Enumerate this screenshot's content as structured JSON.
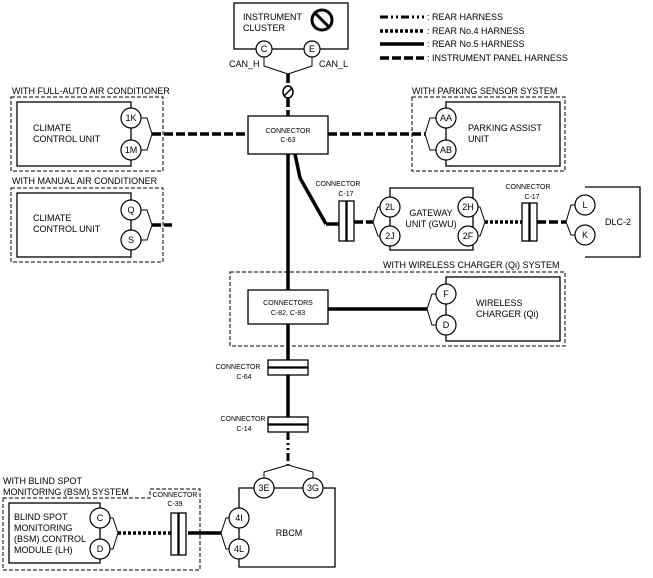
{
  "legend": {
    "rear": ": REAR HARNESS",
    "no4": ": REAR No.4 HARNESS",
    "no5": ": REAR No.5 HARNESS",
    "ip": ": INSTRUMENT PANEL HARNESS"
  },
  "instrument_cluster": {
    "line1": "INSTRUMENT",
    "line2": "CLUSTER",
    "pin_c": "C",
    "pin_e": "E",
    "can_h": "CAN_H",
    "can_l": "CAN_L",
    "icon": "prohibited-icon"
  },
  "groups": {
    "full_auto_ac": "WITH FULL-AUTO AIR CONDITIONER",
    "parking_sensor": "WITH PARKING SENSOR SYSTEM",
    "manual_ac": "WITH MANUAL AIR CONDITIONER",
    "wireless_charger": "WITH WIRELESS CHARGER (Qi) SYSTEM",
    "bsm_line1": "WITH BLIND SPOT",
    "bsm_line2": "MONITORING (BSM) SYSTEM"
  },
  "climate_auto": {
    "line1": "CLIMATE",
    "line2": "CONTROL UNIT",
    "pin1": "1K",
    "pin2": "1M"
  },
  "climate_manual": {
    "line1": "CLIMATE",
    "line2": "CONTROL UNIT",
    "pin1": "Q",
    "pin2": "S"
  },
  "parking": {
    "line1": "PARKING ASSIST",
    "line2": "UNIT",
    "pin1": "AA",
    "pin2": "AB"
  },
  "connector_c63": {
    "line1": "CONNECTOR",
    "line2": "C-63"
  },
  "connector_c17a": {
    "line1": "CONNECTOR",
    "line2": "C-17"
  },
  "connector_c17b": {
    "line1": "CONNECTOR",
    "line2": "C-17"
  },
  "gateway": {
    "line1": "GATEWAY",
    "line2": "UNIT (GWU)",
    "pin_2l": "2L",
    "pin_2j": "2J",
    "pin_2h": "2H",
    "pin_2f": "2F"
  },
  "dlc": {
    "label": "DLC-2",
    "pin_l": "L",
    "pin_k": "K"
  },
  "connectors_c82": {
    "line1": "CONNECTORS",
    "line2": "C-82, C-83"
  },
  "wireless": {
    "line1": "WIRELESS",
    "line2": "CHARGER (Qi)",
    "pin_f": "F",
    "pin_d": "D"
  },
  "connector_c64": {
    "line1": "CONNECTOR",
    "line2": "C-64"
  },
  "connector_c14": {
    "line1": "CONNECTOR",
    "line2": "C-14"
  },
  "connector_c39": {
    "line1": "CONNECTOR",
    "line2": "C-39"
  },
  "rbcm": {
    "label": "RBCM",
    "pin_3e": "3E",
    "pin_3g": "3G",
    "pin_4i": "4I",
    "pin_4l": "4L"
  },
  "bsm": {
    "line1": "BLIND SPOT",
    "line2": "MONITORING",
    "line3": "(BSM) CONTROL",
    "line4": "MODULE (LH)",
    "pin_c": "C",
    "pin_d": "D"
  }
}
